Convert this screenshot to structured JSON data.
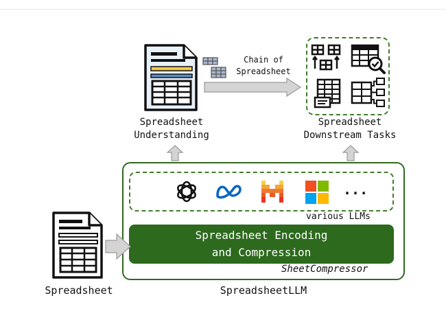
{
  "top": {
    "understanding_line1": "Spreadsheet",
    "understanding_line2": "Understanding",
    "chain_line1": "Chain of",
    "chain_line2": "Spreadsheet",
    "downstream_line1": "Spreadsheet",
    "downstream_line2": "Downstream Tasks"
  },
  "llms": {
    "ellipsis": "...",
    "label": "various LLMs",
    "icons": [
      "openai-logo",
      "meta-logo",
      "mistral-logo",
      "microsoft-logo"
    ]
  },
  "encoder": {
    "line1": "Spreadsheet Encoding",
    "line2": "and Compression",
    "name": "SheetCompressor"
  },
  "bottom": {
    "input_label": "Spreadsheet",
    "system_label": "SpreadsheetLLM"
  },
  "colors": {
    "green": "#2d6a1e",
    "dash_green": "#3f7d2a",
    "arrow_gray": "#cfcfcf",
    "sheet_yellow": "#f2c94c",
    "sheet_blue": "#5b8fc9",
    "meta_blue": "#0a66c2"
  }
}
